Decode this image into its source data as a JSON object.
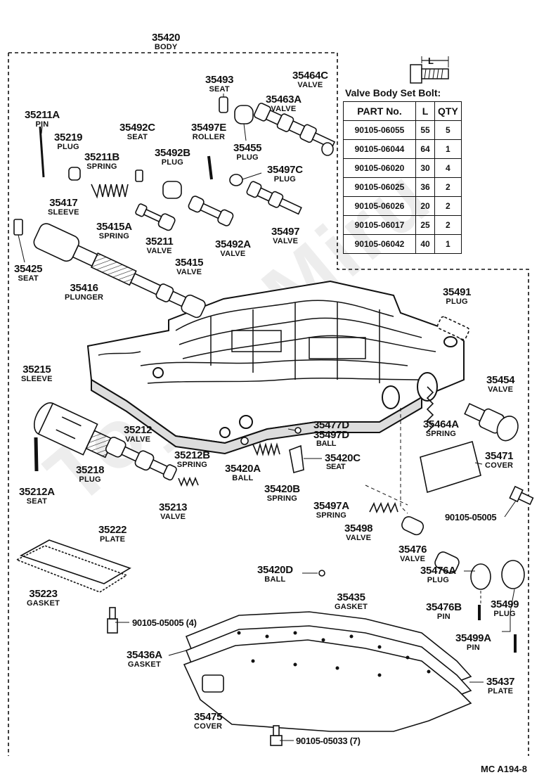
{
  "watermark": "ToyotaMiru",
  "reference_code": "MC  A194-8",
  "bolt_table": {
    "title": "Valve Body Set Bolt:",
    "dimension_label": "L",
    "headers": [
      "PART No.",
      "L",
      "QTY"
    ],
    "rows": [
      [
        "90105-06055",
        "55",
        "5"
      ],
      [
        "90105-06044",
        "64",
        "1"
      ],
      [
        "90105-06020",
        "30",
        "4"
      ],
      [
        "90105-06025",
        "36",
        "2"
      ],
      [
        "90105-06026",
        "20",
        "2"
      ],
      [
        "90105-06017",
        "25",
        "2"
      ],
      [
        "90105-06042",
        "40",
        "1"
      ]
    ]
  },
  "parts": [
    {
      "no": "35420",
      "desc": "BODY"
    },
    {
      "no": "35493",
      "desc": "SEAT"
    },
    {
      "no": "35464C",
      "desc": "VALVE"
    },
    {
      "no": "35463A",
      "desc": "VALVE"
    },
    {
      "no": "35211A",
      "desc": "PIN"
    },
    {
      "no": "35492C",
      "desc": "SEAT"
    },
    {
      "no": "35497E",
      "desc": "ROLLER"
    },
    {
      "no": "35219",
      "desc": "PLUG"
    },
    {
      "no": "35455",
      "desc": "PLUG"
    },
    {
      "no": "35211B",
      "desc": "SPRING"
    },
    {
      "no": "35492B",
      "desc": "PLUG"
    },
    {
      "no": "35497C",
      "desc": "PLUG"
    },
    {
      "no": "35417",
      "desc": "SLEEVE"
    },
    {
      "no": "35415A",
      "desc": "SPRING"
    },
    {
      "no": "35211",
      "desc": "VALVE"
    },
    {
      "no": "35492A",
      "desc": "VALVE"
    },
    {
      "no": "35497",
      "desc": "VALVE"
    },
    {
      "no": "35425",
      "desc": "SEAT"
    },
    {
      "no": "35415",
      "desc": "VALVE"
    },
    {
      "no": "35416",
      "desc": "PLUNGER"
    },
    {
      "no": "35491",
      "desc": "PLUG"
    },
    {
      "no": "35215",
      "desc": "SLEEVE"
    },
    {
      "no": "35454",
      "desc": "VALVE"
    },
    {
      "no": "35464A",
      "desc": "SPRING"
    },
    {
      "no": "35212",
      "desc": "VALVE"
    },
    {
      "no": "35212B",
      "desc": "SPRING"
    },
    {
      "no": "35420A",
      "desc": "BALL"
    },
    {
      "no": "35218",
      "desc": "PLUG"
    },
    {
      "no": "35420B",
      "desc": "SPRING"
    },
    {
      "no": "35471",
      "desc": "COVER"
    },
    {
      "no": "35212A",
      "desc": "SEAT"
    },
    {
      "no": "35213",
      "desc": "VALVE"
    },
    {
      "no": "35497A",
      "desc": "SPRING"
    },
    {
      "no": "35498",
      "desc": "VALVE"
    },
    {
      "no": "35222",
      "desc": "PLATE"
    },
    {
      "no": "35476",
      "desc": "VALVE"
    },
    {
      "no": "35476A",
      "desc": "PLUG"
    },
    {
      "no": "35420D",
      "desc": "BALL"
    },
    {
      "no": "35223",
      "desc": "GASKET"
    },
    {
      "no": "35435",
      "desc": "GASKET"
    },
    {
      "no": "35476B",
      "desc": "PIN"
    },
    {
      "no": "35499",
      "desc": "PLUG"
    },
    {
      "no": "35499A",
      "desc": "PIN"
    },
    {
      "no": "35436A",
      "desc": "GASKET"
    },
    {
      "no": "35437",
      "desc": "PLATE"
    },
    {
      "no": "35475",
      "desc": "COVER"
    }
  ],
  "inline_labels": {
    "p35477D": "35477D",
    "p35497D": "35497D",
    "ball": "BALL",
    "p35420C": "35420C",
    "seat": "SEAT",
    "bolt_05005": "90105-05005",
    "bolt_05005_4": "90105-05005 (4)",
    "bolt_05033_7": "90105-05033 (7)"
  }
}
